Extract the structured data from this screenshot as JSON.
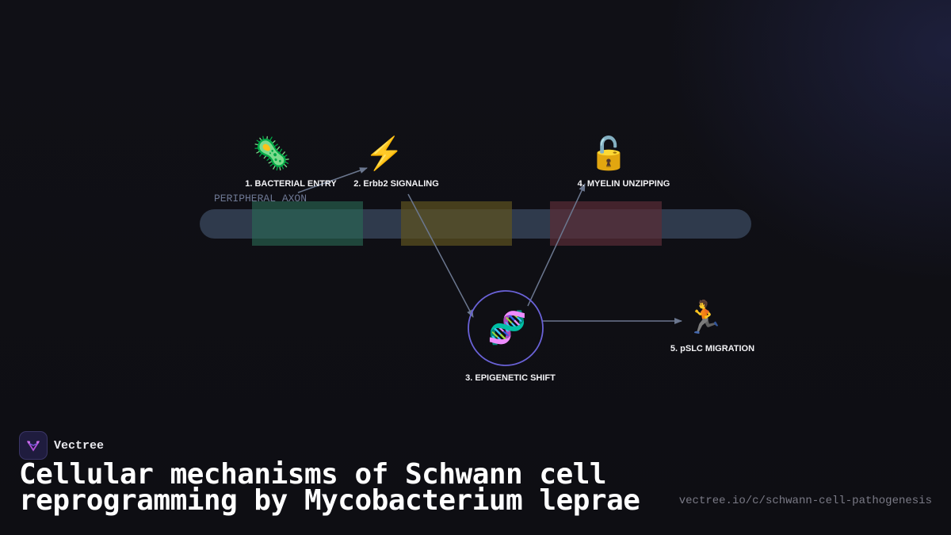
{
  "diagram": {
    "axon_label": "PERIPHERAL AXON",
    "nodes": [
      {
        "id": "bacterial-entry",
        "label": "1. BACTERIAL ENTRY",
        "icon": "microbe-icon",
        "glyph": "🦠"
      },
      {
        "id": "erbb2-signaling",
        "label": "2. Erbb2 SIGNALING",
        "icon": "lightning-icon",
        "glyph": "⚡"
      },
      {
        "id": "epigenetic-shift",
        "label": "3. EPIGENETIC SHIFT",
        "icon": "dna-icon",
        "glyph": "🧬"
      },
      {
        "id": "myelin-unzipping",
        "label": "4. MYELIN UNZIPPING",
        "icon": "unlocked-icon",
        "glyph": "🔓"
      },
      {
        "id": "pslc-migration",
        "label": "5. pSLC MIGRATION",
        "icon": "runner-icon",
        "glyph": "🏃"
      }
    ],
    "segments": [
      {
        "id": "segment-green",
        "color": "#2a6b55"
      },
      {
        "id": "segment-amber",
        "color": "#5e5220"
      },
      {
        "id": "segment-red",
        "color": "#5a2c36"
      }
    ],
    "colors": {
      "axon": "#2f3a4c",
      "arrow": "#6b778f",
      "ring": "#6a62d8"
    }
  },
  "footer": {
    "brand_name": "Vectree",
    "title": "Cellular mechanisms of Schwann cell reprogramming by Mycobacterium leprae",
    "url": "vectree.io/c/schwann-cell-pathogenesis"
  }
}
